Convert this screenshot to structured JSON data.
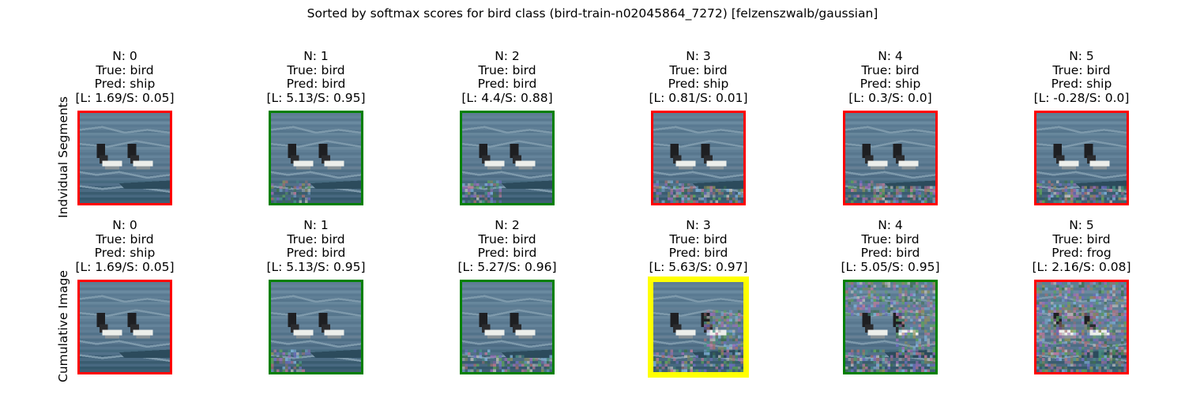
{
  "figure": {
    "suptitle": "Sorted by softmax scores for bird class (bird-train-n02045864_7272) [felzenszwalb/gaussian]",
    "row_labels": [
      "Indvidual Segments",
      "Cumulative Image"
    ]
  },
  "colors": {
    "correct_border": "#008000",
    "incorrect_border": "#ff0000",
    "best_border": "#ffff00"
  },
  "chart_data": {
    "type": "image-grid",
    "title": "Sorted by softmax scores for bird class (bird-train-n02045864_7272) [felzenszwalb/gaussian]",
    "class": "bird",
    "image_id": "bird-train-n02045864_7272",
    "method": "felzenszwalb/gaussian",
    "rows": [
      {
        "label": "Indvidual Segments",
        "panels": [
          {
            "n": "N: 0",
            "true": "True: bird",
            "pred": "Pred: ship",
            "scores": "[L: 1.69/S: 0.05]",
            "logit": 1.69,
            "softmax": 0.05,
            "border": "incorrect",
            "noise": 0
          },
          {
            "n": "N: 1",
            "true": "True: bird",
            "pred": "Pred: bird",
            "scores": "[L: 5.13/S: 0.95]",
            "logit": 5.13,
            "softmax": 0.95,
            "border": "correct",
            "noise": 1
          },
          {
            "n": "N: 2",
            "true": "True: bird",
            "pred": "Pred: bird",
            "scores": "[L: 4.4/S: 0.88]",
            "logit": 4.4,
            "softmax": 0.88,
            "border": "correct",
            "noise": 1
          },
          {
            "n": "N: 3",
            "true": "True: bird",
            "pred": "Pred: ship",
            "scores": "[L: 0.81/S: 0.01]",
            "logit": 0.81,
            "softmax": 0.01,
            "border": "incorrect",
            "noise": 2
          },
          {
            "n": "N: 4",
            "true": "True: bird",
            "pred": "Pred: ship",
            "scores": "[L: 0.3/S: 0.0]",
            "logit": 0.3,
            "softmax": 0.0,
            "border": "incorrect",
            "noise": 2
          },
          {
            "n": "N: 5",
            "true": "True: bird",
            "pred": "Pred: ship",
            "scores": "[L: -0.28/S: 0.0]",
            "logit": -0.28,
            "softmax": 0.0,
            "border": "incorrect",
            "noise": 2
          }
        ]
      },
      {
        "label": "Cumulative Image",
        "panels": [
          {
            "n": "N: 0",
            "true": "True: bird",
            "pred": "Pred: ship",
            "scores": "[L: 1.69/S: 0.05]",
            "logit": 1.69,
            "softmax": 0.05,
            "border": "incorrect",
            "noise": 0
          },
          {
            "n": "N: 1",
            "true": "True: bird",
            "pred": "Pred: bird",
            "scores": "[L: 5.13/S: 0.95]",
            "logit": 5.13,
            "softmax": 0.95,
            "border": "correct",
            "noise": 1
          },
          {
            "n": "N: 2",
            "true": "True: bird",
            "pred": "Pred: bird",
            "scores": "[L: 5.27/S: 0.96]",
            "logit": 5.27,
            "softmax": 0.96,
            "border": "correct",
            "noise": 2
          },
          {
            "n": "N: 3",
            "true": "True: bird",
            "pred": "Pred: bird",
            "scores": "[L: 5.63/S: 0.97]",
            "logit": 5.63,
            "softmax": 0.97,
            "border": "best",
            "noise": 3
          },
          {
            "n": "N: 4",
            "true": "True: bird",
            "pred": "Pred: bird",
            "scores": "[L: 5.05/S: 0.95]",
            "logit": 5.05,
            "softmax": 0.95,
            "border": "correct",
            "noise": 4
          },
          {
            "n": "N: 5",
            "true": "True: bird",
            "pred": "Pred: frog",
            "scores": "[L: 2.16/S: 0.08]",
            "logit": 2.16,
            "softmax": 0.08,
            "border": "incorrect",
            "noise": 5
          }
        ]
      }
    ]
  }
}
